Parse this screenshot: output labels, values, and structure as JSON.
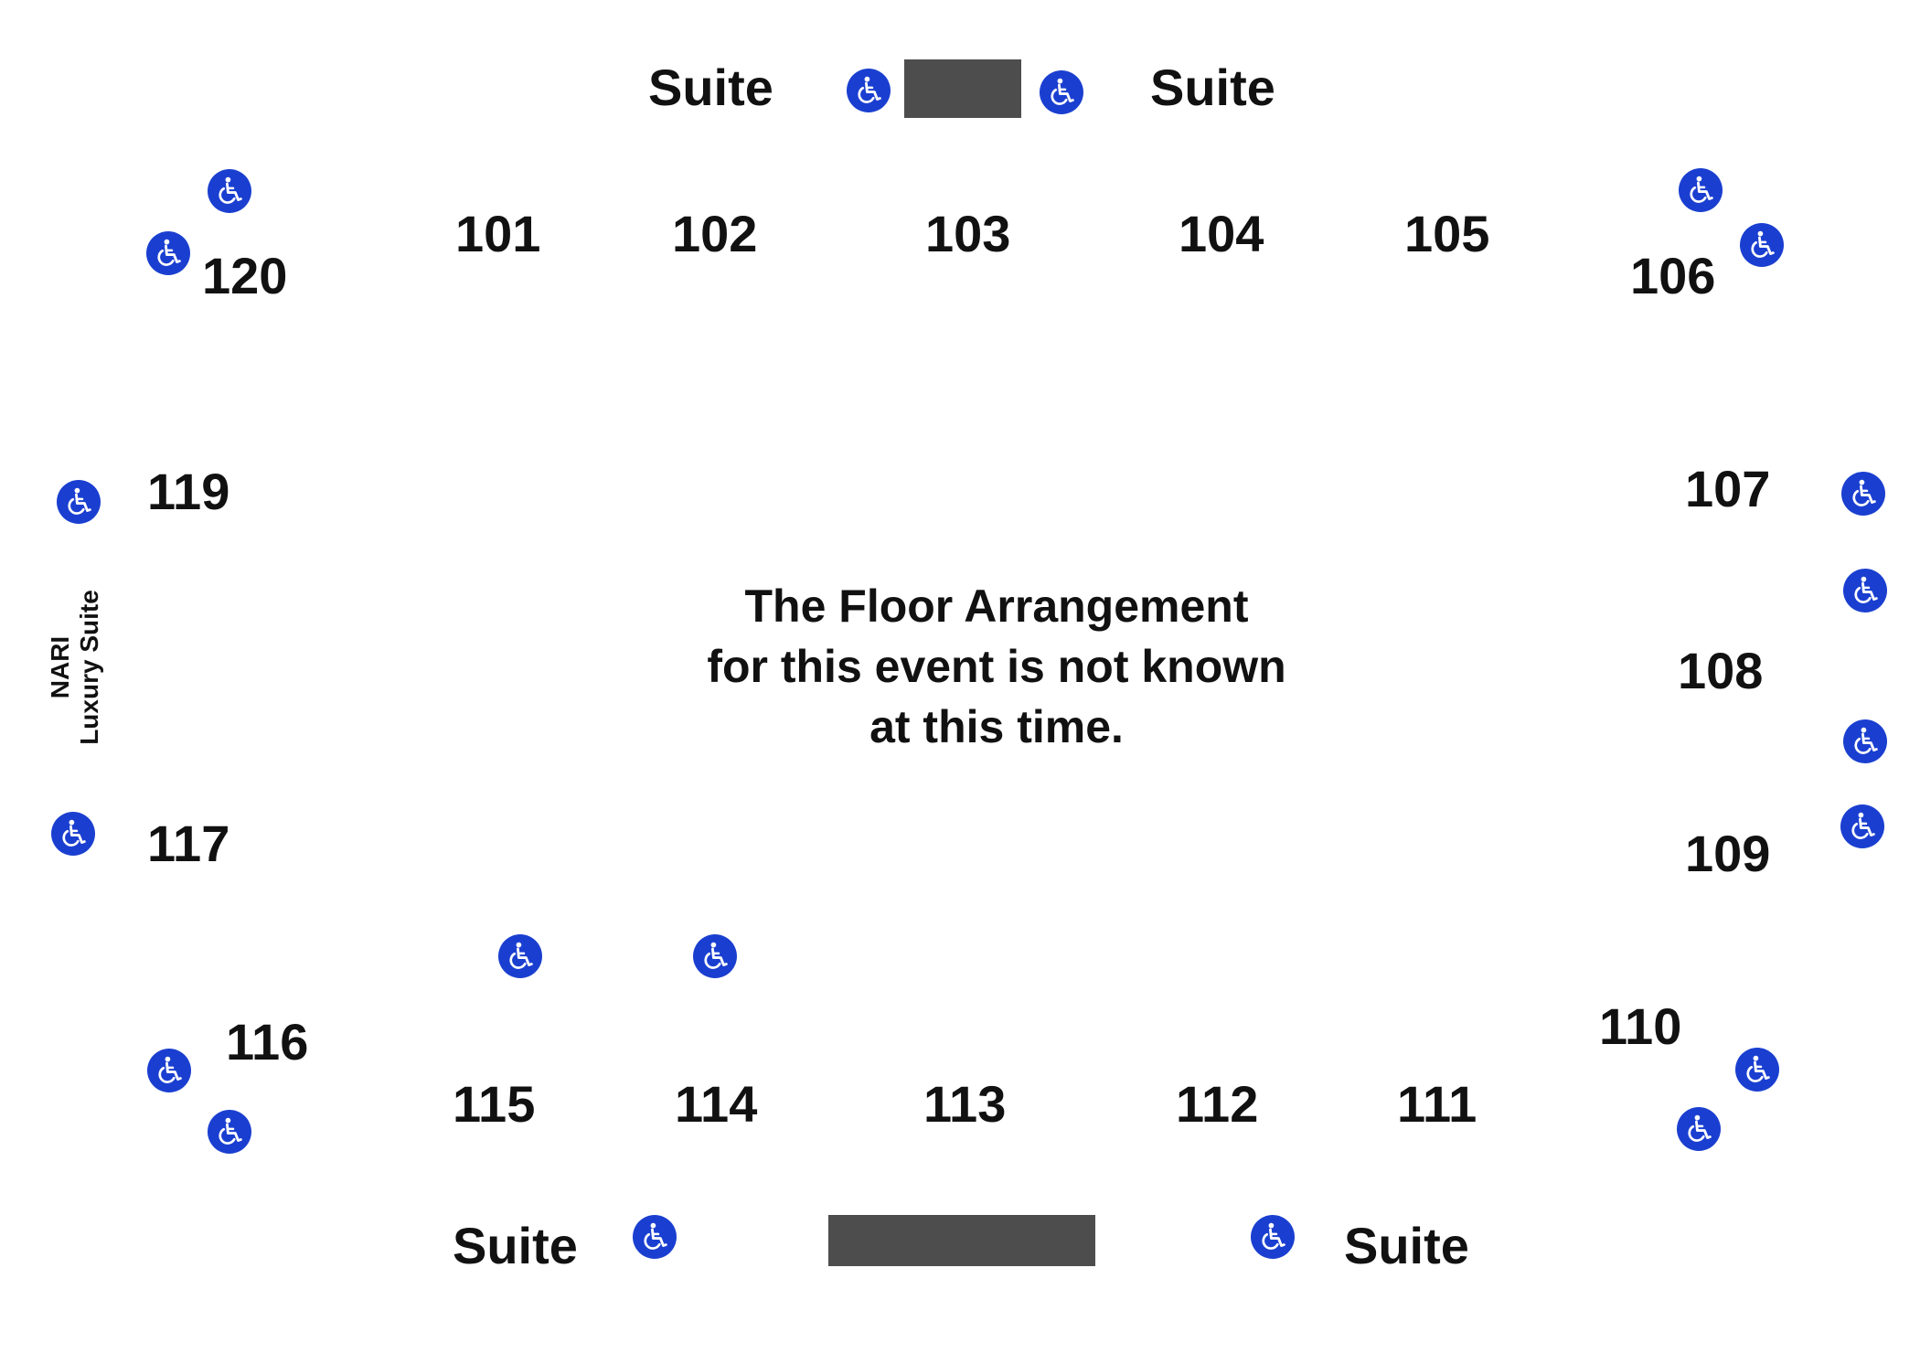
{
  "colors": {
    "accessible": "#1a3fd0",
    "stage": "#4d4d4d",
    "text": "#111111",
    "background": "#ffffff"
  },
  "icons": {
    "accessible": "wheelchair-icon"
  },
  "suites": {
    "top_left": "Suite",
    "top_right": "Suite",
    "bottom_left": "Suite",
    "bottom_right": "Suite"
  },
  "nari_suite": {
    "line1": "NARI",
    "line2": "Luxury Suite"
  },
  "floor_message": {
    "line1": "The Floor Arrangement",
    "line2": "for this event is not known",
    "line3": "at this time."
  },
  "sections": {
    "s101": "101",
    "s102": "102",
    "s103": "103",
    "s104": "104",
    "s105": "105",
    "s106": "106",
    "s107": "107",
    "s108": "108",
    "s109": "109",
    "s110": "110",
    "s111": "111",
    "s112": "112",
    "s113": "113",
    "s114": "114",
    "s115": "115",
    "s116": "116",
    "s117": "117",
    "s119": "119",
    "s120": "120"
  }
}
